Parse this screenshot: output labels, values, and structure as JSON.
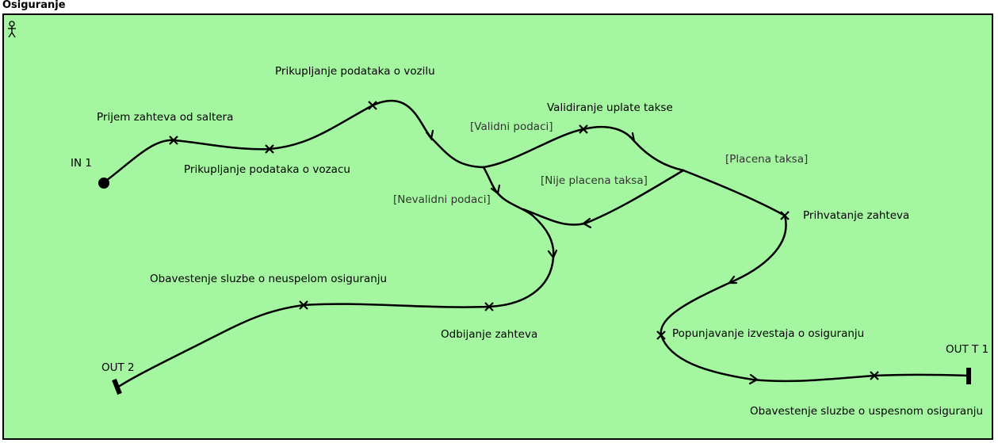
{
  "diagram": {
    "title": "Osiguranje",
    "start": "IN 1",
    "ends": [
      "OUT 2",
      "OUT T 1"
    ],
    "steps": [
      "Prijem zahteva od saltera",
      "Prikupljanje podataka o vozacu",
      "Prikupljanje podataka o vozilu",
      "Validiranje uplate takse",
      "Prihvatanje zahteva",
      "Popunjavanje izvestaja o osiguranju",
      "Obavestenje sluzbe o uspesnom osiguranju",
      "Odbijanje zahteva",
      "Obavestenje sluzbe o neuspelom osiguranju"
    ],
    "guards": [
      "[Validni podaci]",
      "[Nevalidni podaci]",
      "[Placena taksa]",
      "[Nije placena taksa]"
    ]
  }
}
